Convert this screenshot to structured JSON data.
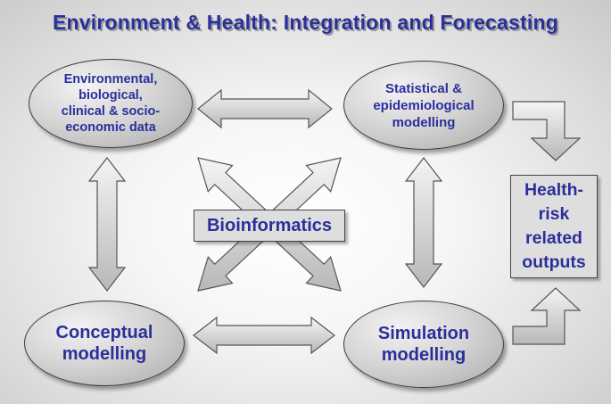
{
  "title": "Environment & Health: Integration and Forecasting",
  "nodes": {
    "data": "Environmental,\nbiological,\nclinical & socio-\neconomic data",
    "statistical": "Statistical &\nepidemiological\nmodelling",
    "conceptual": "Conceptual\nmodelling",
    "simulation": "Simulation\nmodelling",
    "bioinformatics": "Bioinformatics",
    "outputs": "Health-\nrisk\nrelated\noutputs"
  },
  "colors": {
    "text": "#2b2f9a",
    "arrow_fill": "#d4d4d4",
    "arrow_stroke": "#555555"
  }
}
